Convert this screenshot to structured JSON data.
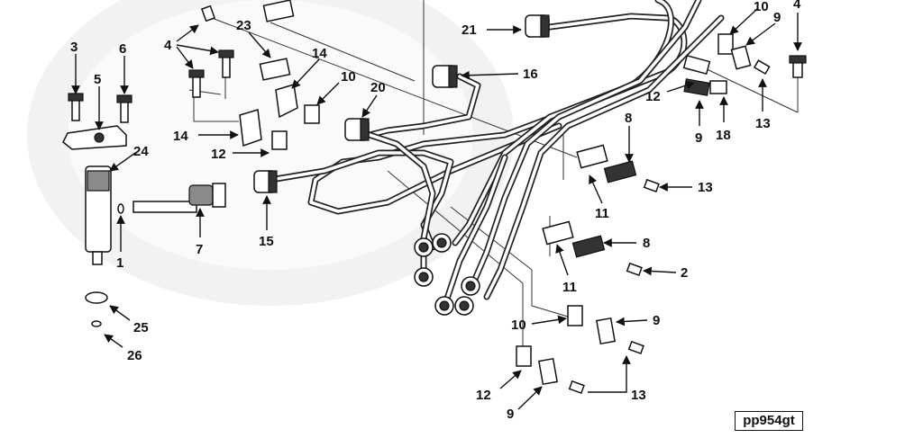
{
  "diagram": {
    "figure_code": "pp954gt",
    "callouts": [
      {
        "id": "c-3",
        "text": "3"
      },
      {
        "id": "c-6",
        "text": "6"
      },
      {
        "id": "c-5",
        "text": "5"
      },
      {
        "id": "c-4a",
        "text": "4"
      },
      {
        "id": "c-23",
        "text": "23"
      },
      {
        "id": "c-14a",
        "text": "14"
      },
      {
        "id": "c-10a",
        "text": "10"
      },
      {
        "id": "c-20",
        "text": "20"
      },
      {
        "id": "c-14b",
        "text": "14"
      },
      {
        "id": "c-12a",
        "text": "12"
      },
      {
        "id": "c-24",
        "text": "24"
      },
      {
        "id": "c-21",
        "text": "21"
      },
      {
        "id": "c-16",
        "text": "16"
      },
      {
        "id": "c-10b",
        "text": "10"
      },
      {
        "id": "c-4b",
        "text": "4"
      },
      {
        "id": "c-9a",
        "text": "9"
      },
      {
        "id": "c-12b",
        "text": "12"
      },
      {
        "id": "c-9b",
        "text": "9"
      },
      {
        "id": "c-18",
        "text": "18"
      },
      {
        "id": "c-13a",
        "text": "13"
      },
      {
        "id": "c-8a",
        "text": "8"
      },
      {
        "id": "c-11a",
        "text": "11"
      },
      {
        "id": "c-13b",
        "text": "13"
      },
      {
        "id": "c-7",
        "text": "7"
      },
      {
        "id": "c-15",
        "text": "15"
      },
      {
        "id": "c-1",
        "text": "1"
      },
      {
        "id": "c-8b",
        "text": "8"
      },
      {
        "id": "c-2",
        "text": "2"
      },
      {
        "id": "c-11b",
        "text": "11"
      },
      {
        "id": "c-10c",
        "text": "10"
      },
      {
        "id": "c-9c",
        "text": "9"
      },
      {
        "id": "c-25",
        "text": "25"
      },
      {
        "id": "c-26",
        "text": "26"
      },
      {
        "id": "c-12c",
        "text": "12"
      },
      {
        "id": "c-13c",
        "text": "13"
      },
      {
        "id": "c-9d",
        "text": "9"
      }
    ]
  }
}
